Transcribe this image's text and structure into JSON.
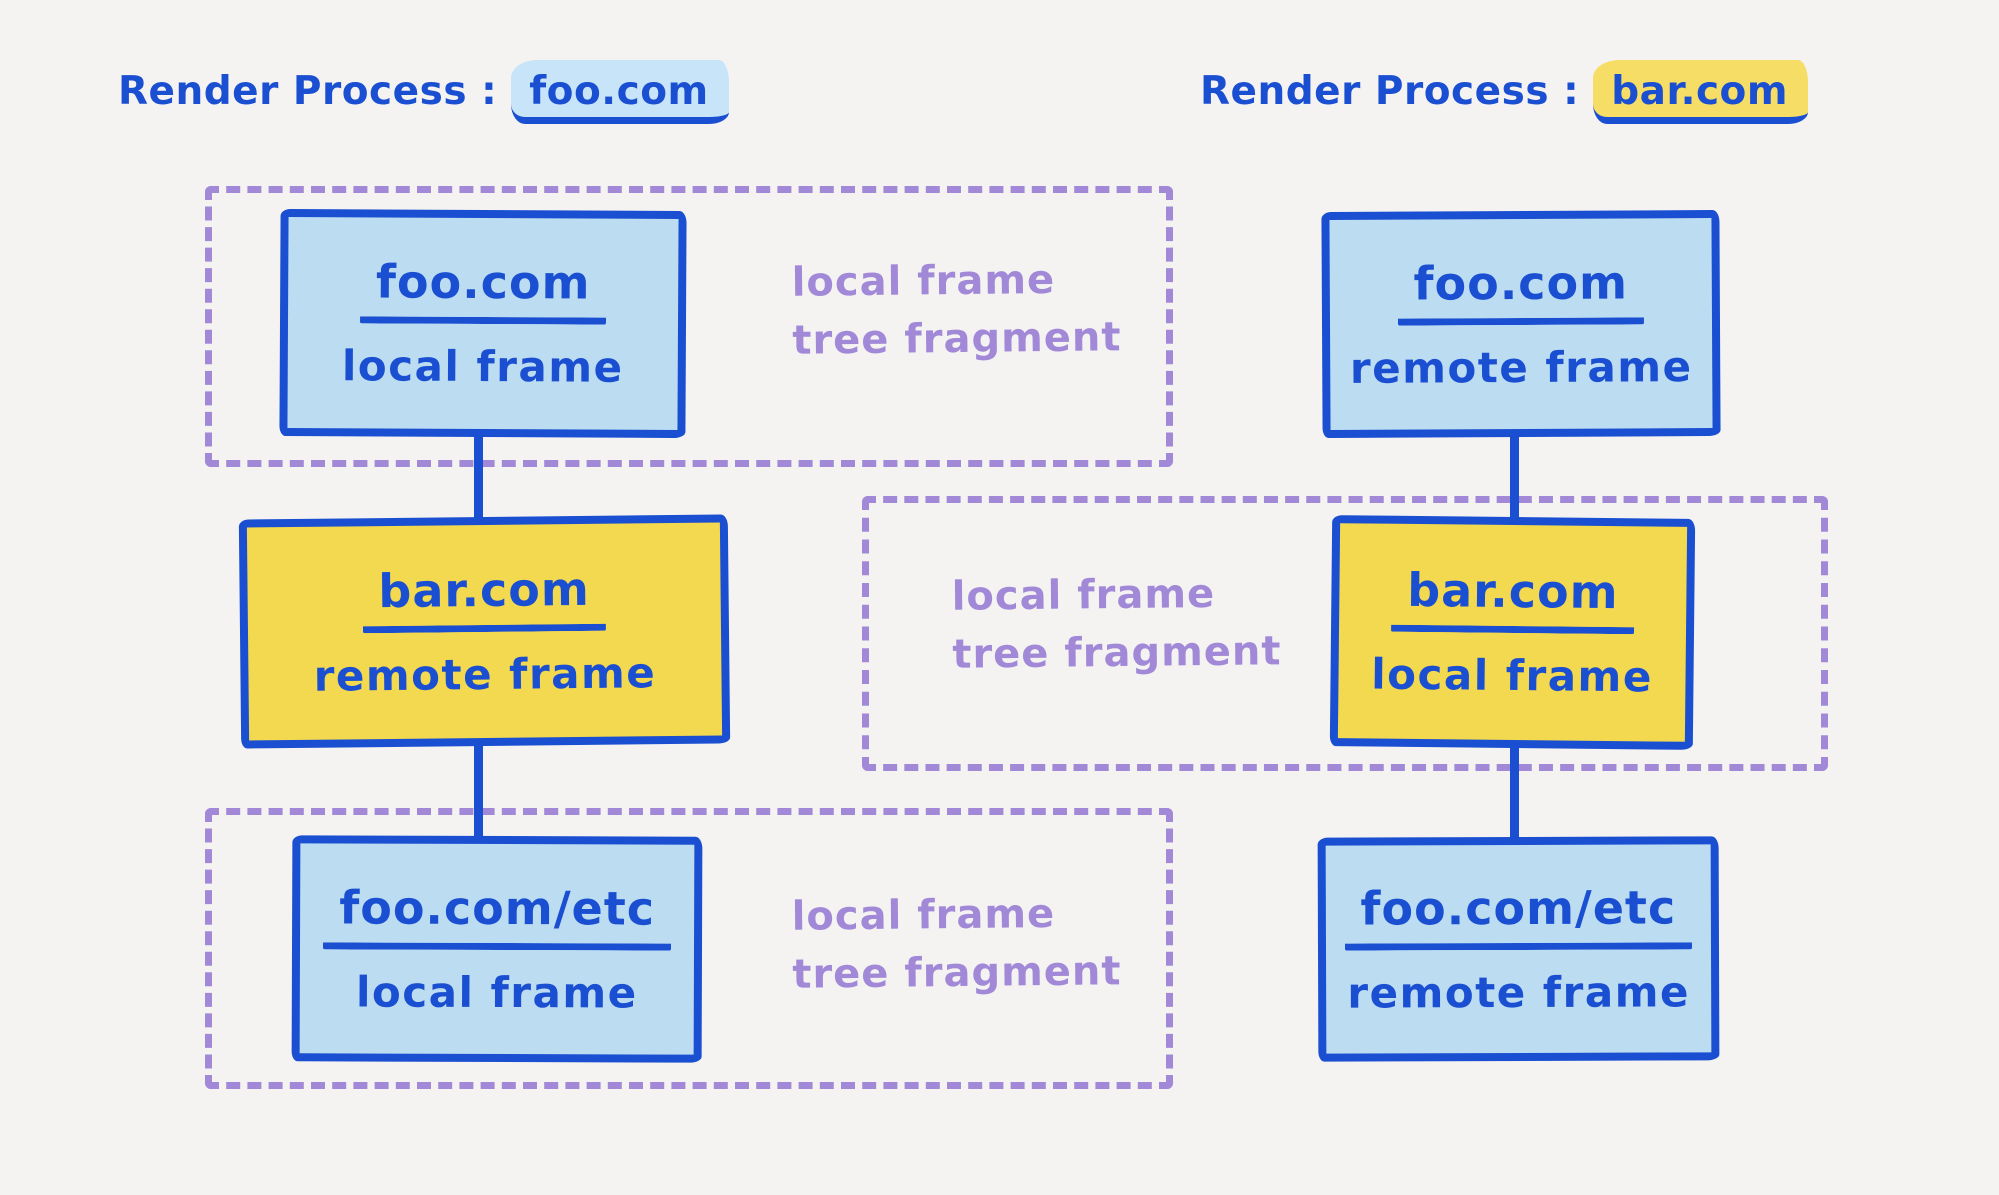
{
  "colors": {
    "ink_blue": "#1b4fd1",
    "node_fill_blue": "#bcdcf2",
    "node_fill_yellow": "#f3d94f",
    "title_highlight_blue": "#c8e4f8",
    "title_highlight_yellow": "#f6de66",
    "fragment_purple": "#a189d8",
    "background": "#f4f3f1"
  },
  "left_panel": {
    "title_prefix": "Render Process :",
    "title_domain": "foo.com",
    "nodes": [
      {
        "domain": "foo.com",
        "kind": "local frame"
      },
      {
        "domain": "bar.com",
        "kind": "remote frame"
      },
      {
        "domain": "foo.com/etc",
        "kind": "local frame"
      }
    ],
    "fragments": [
      {
        "line1": "local frame",
        "line2": "tree fragment"
      },
      {
        "line1": "local frame",
        "line2": "tree fragment"
      }
    ]
  },
  "right_panel": {
    "title_prefix": "Render Process :",
    "title_domain": "bar.com",
    "nodes": [
      {
        "domain": "foo.com",
        "kind": "remote frame"
      },
      {
        "domain": "bar.com",
        "kind": "local frame"
      },
      {
        "domain": "foo.com/etc",
        "kind": "remote frame"
      }
    ],
    "fragments": [
      {
        "line1": "local frame",
        "line2": "tree fragment"
      }
    ]
  }
}
